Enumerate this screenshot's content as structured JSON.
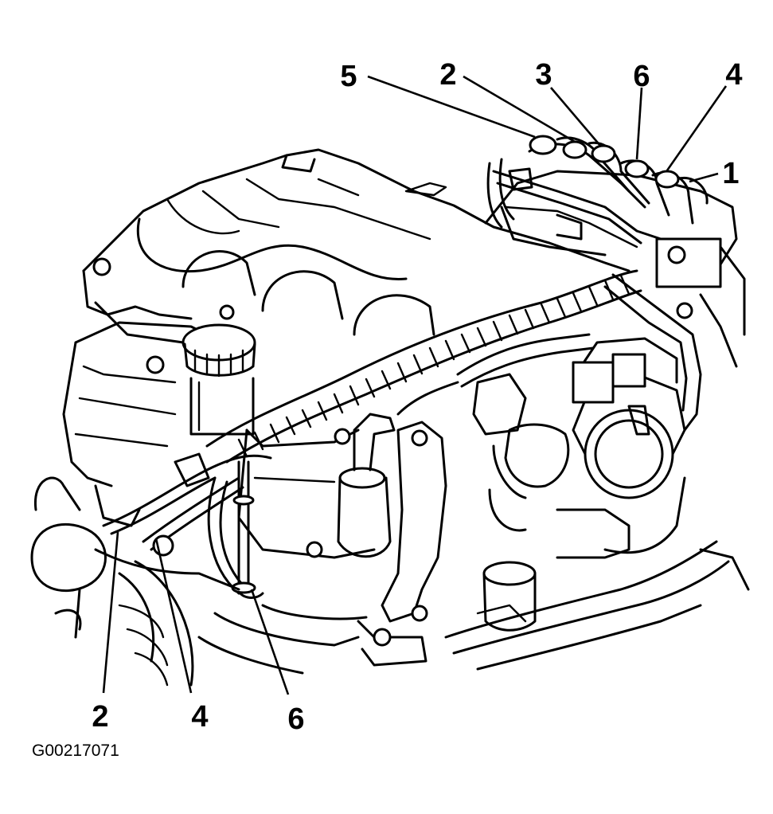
{
  "callouts_top": [
    {
      "id": "top-5",
      "text": "5"
    },
    {
      "id": "top-2",
      "text": "2"
    },
    {
      "id": "top-3",
      "text": "3"
    },
    {
      "id": "top-6",
      "text": "6"
    },
    {
      "id": "top-4",
      "text": "4"
    },
    {
      "id": "top-1",
      "text": "1"
    }
  ],
  "callouts_bottom": [
    {
      "id": "bottom-2",
      "text": "2"
    },
    {
      "id": "bottom-4",
      "text": "4"
    },
    {
      "id": "bottom-6",
      "text": "6"
    }
  ],
  "figure_id": "G00217071"
}
